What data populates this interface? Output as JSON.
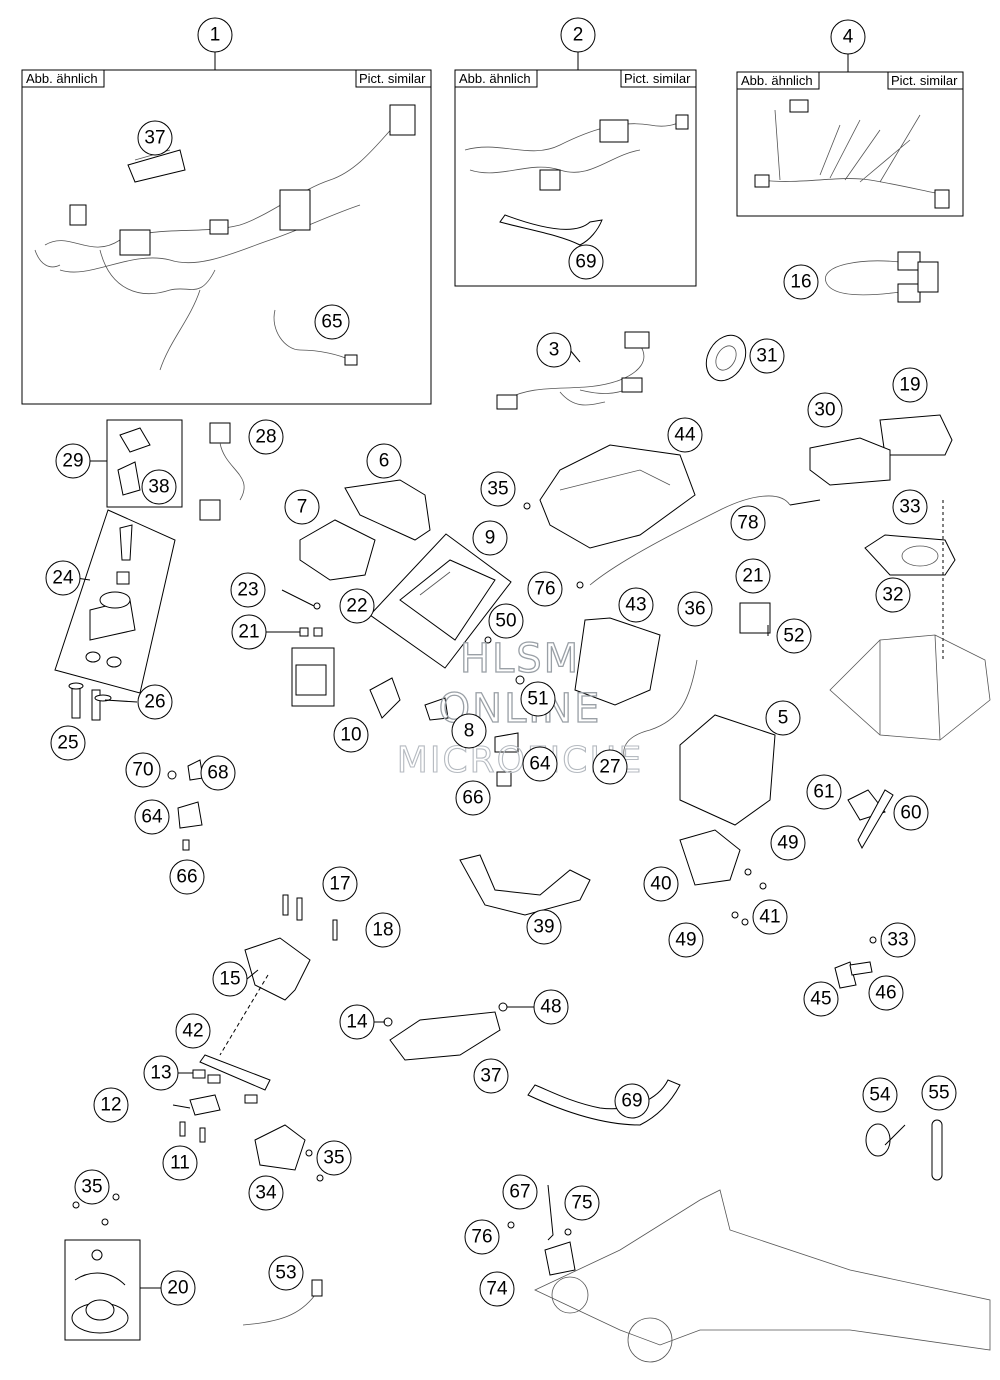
{
  "boxes": {
    "box1": {
      "left_label": "Abb. ähnlich",
      "right_label": "Pict. similar"
    },
    "box2": {
      "left_label": "Abb. ähnlich",
      "right_label": "Pict. similar"
    },
    "box4": {
      "left_label": "Abb. ähnlich",
      "right_label": "Pict. similar"
    }
  },
  "watermark": {
    "line1": "HLSM",
    "line2": "ONLINE",
    "line3": "MICROFICHE"
  },
  "callouts": [
    {
      "id": "c1",
      "label": "1"
    },
    {
      "id": "c2",
      "label": "2"
    },
    {
      "id": "c4",
      "label": "4"
    },
    {
      "id": "c37a",
      "label": "37"
    },
    {
      "id": "c65",
      "label": "65"
    },
    {
      "id": "c69a",
      "label": "69"
    },
    {
      "id": "c16",
      "label": "16"
    },
    {
      "id": "c3",
      "label": "3"
    },
    {
      "id": "c31",
      "label": "31"
    },
    {
      "id": "c19",
      "label": "19"
    },
    {
      "id": "c30",
      "label": "30"
    },
    {
      "id": "c29",
      "label": "29"
    },
    {
      "id": "c38",
      "label": "38"
    },
    {
      "id": "c28",
      "label": "28"
    },
    {
      "id": "c6",
      "label": "6"
    },
    {
      "id": "c44",
      "label": "44"
    },
    {
      "id": "c35a",
      "label": "35"
    },
    {
      "id": "c7",
      "label": "7"
    },
    {
      "id": "c78",
      "label": "78"
    },
    {
      "id": "c33a",
      "label": "33"
    },
    {
      "id": "c32",
      "label": "32"
    },
    {
      "id": "c9",
      "label": "9"
    },
    {
      "id": "c24",
      "label": "24"
    },
    {
      "id": "c21a",
      "label": "21"
    },
    {
      "id": "c23",
      "label": "23"
    },
    {
      "id": "c76a",
      "label": "76"
    },
    {
      "id": "c22",
      "label": "22"
    },
    {
      "id": "c43",
      "label": "43"
    },
    {
      "id": "c36",
      "label": "36"
    },
    {
      "id": "c21b",
      "label": "21"
    },
    {
      "id": "c52",
      "label": "52"
    },
    {
      "id": "c50",
      "label": "50"
    },
    {
      "id": "c26",
      "label": "26"
    },
    {
      "id": "c51",
      "label": "51"
    },
    {
      "id": "c5",
      "label": "5"
    },
    {
      "id": "c25",
      "label": "25"
    },
    {
      "id": "c10",
      "label": "10"
    },
    {
      "id": "c8",
      "label": "8"
    },
    {
      "id": "c27",
      "label": "27"
    },
    {
      "id": "c64a",
      "label": "64"
    },
    {
      "id": "c70",
      "label": "70"
    },
    {
      "id": "c68",
      "label": "68"
    },
    {
      "id": "c66a",
      "label": "66"
    },
    {
      "id": "c61",
      "label": "61"
    },
    {
      "id": "c60",
      "label": "60"
    },
    {
      "id": "c64b",
      "label": "64"
    },
    {
      "id": "c49a",
      "label": "49"
    },
    {
      "id": "c40",
      "label": "40"
    },
    {
      "id": "c66b",
      "label": "66"
    },
    {
      "id": "c41",
      "label": "41"
    },
    {
      "id": "c17",
      "label": "17"
    },
    {
      "id": "c39",
      "label": "39"
    },
    {
      "id": "c49b",
      "label": "49"
    },
    {
      "id": "c18",
      "label": "18"
    },
    {
      "id": "c33b",
      "label": "33"
    },
    {
      "id": "c15",
      "label": "15"
    },
    {
      "id": "c45",
      "label": "45"
    },
    {
      "id": "c46",
      "label": "46"
    },
    {
      "id": "c48",
      "label": "48"
    },
    {
      "id": "c14",
      "label": "14"
    },
    {
      "id": "c42",
      "label": "42"
    },
    {
      "id": "c13",
      "label": "13"
    },
    {
      "id": "c37b",
      "label": "37"
    },
    {
      "id": "c54",
      "label": "54"
    },
    {
      "id": "c55",
      "label": "55"
    },
    {
      "id": "c12",
      "label": "12"
    },
    {
      "id": "c69b",
      "label": "69"
    },
    {
      "id": "c11",
      "label": "11"
    },
    {
      "id": "c35b",
      "label": "35"
    },
    {
      "id": "c34",
      "label": "34"
    },
    {
      "id": "c35c",
      "label": "35"
    },
    {
      "id": "c67",
      "label": "67"
    },
    {
      "id": "c75",
      "label": "75"
    },
    {
      "id": "c76b",
      "label": "76"
    },
    {
      "id": "c20",
      "label": "20"
    },
    {
      "id": "c53",
      "label": "53"
    },
    {
      "id": "c74",
      "label": "74"
    }
  ]
}
